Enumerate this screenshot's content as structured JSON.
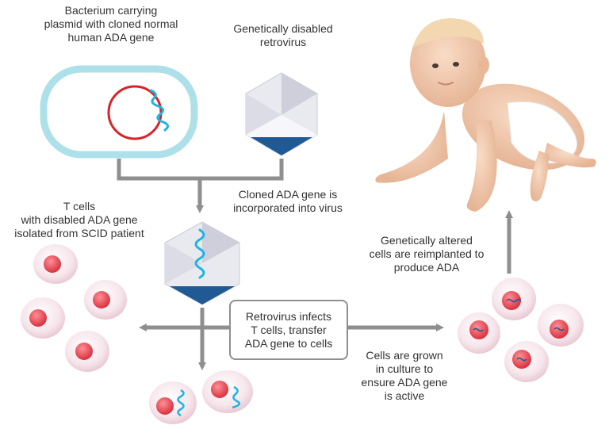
{
  "labels": {
    "bacterium": "Bacterium carrying\nplasmid with cloned normal\nhuman ADA gene",
    "retrovirus": "Genetically disabled\nretrovirus",
    "cloned_gene": "Cloned ADA gene is\nincorporated into virus",
    "t_cells": "T cells\nwith disabled ADA gene\nisolated from SCID patient",
    "reimplant": "Genetically altered\ncells are reimplanted to\nproduce ADA",
    "infect": "Retrovirus infects\nT cells, transfer\nADA gene to cells",
    "culture": "Cells are grown\nin culture to\nensure ADA gene\nis active"
  },
  "colors": {
    "arrow": "#8f8f8f",
    "bacterium_border": "#aee0ea",
    "plasmid": "#d8232a",
    "gene": "#1fb3e3",
    "virus_light": "#e9e9f0",
    "virus_dark": "#1f5a95",
    "cell_membrane": "#f2dce3",
    "nucleus": "#e8505b"
  }
}
